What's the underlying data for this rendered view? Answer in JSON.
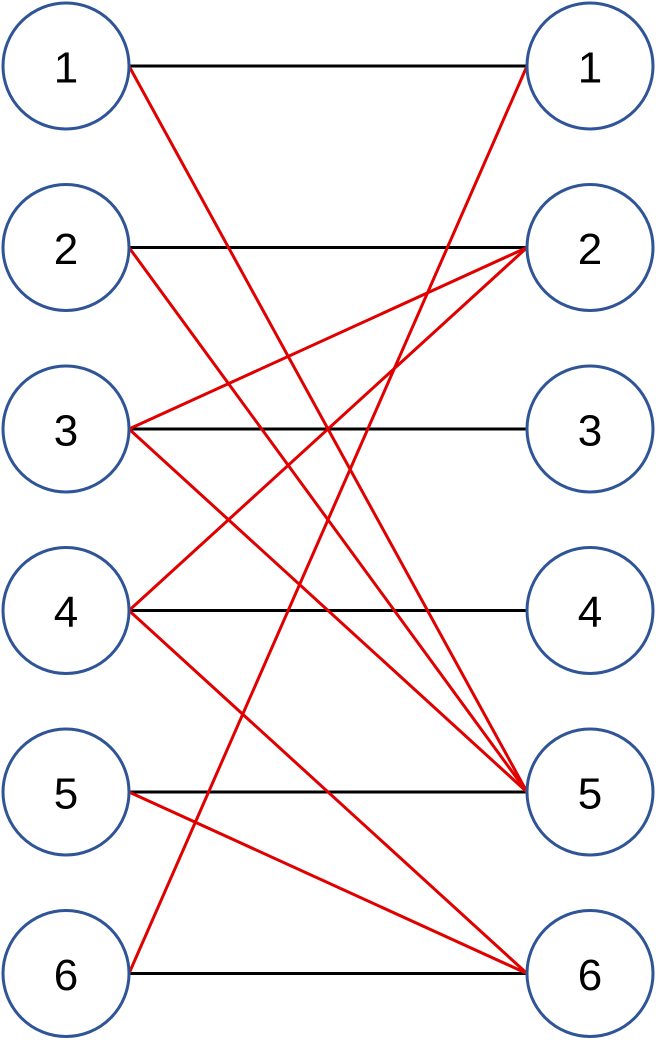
{
  "colors": {
    "node_stroke": "#2f5597",
    "matched_edge": "#000000",
    "other_edge": "#e00000"
  },
  "left_nodes": [
    "1",
    "2",
    "3",
    "4",
    "5",
    "6"
  ],
  "right_nodes": [
    "1",
    "2",
    "3",
    "4",
    "5",
    "6"
  ],
  "edges": [
    {
      "from": "1",
      "to": "1",
      "color": "black"
    },
    {
      "from": "2",
      "to": "2",
      "color": "black"
    },
    {
      "from": "3",
      "to": "3",
      "color": "black"
    },
    {
      "from": "4",
      "to": "4",
      "color": "black"
    },
    {
      "from": "5",
      "to": "5",
      "color": "black"
    },
    {
      "from": "6",
      "to": "6",
      "color": "black"
    },
    {
      "from": "1",
      "to": "5",
      "color": "red"
    },
    {
      "from": "2",
      "to": "5",
      "color": "red"
    },
    {
      "from": "3",
      "to": "2",
      "color": "red"
    },
    {
      "from": "3",
      "to": "5",
      "color": "red"
    },
    {
      "from": "4",
      "to": "2",
      "color": "red"
    },
    {
      "from": "4",
      "to": "6",
      "color": "red"
    },
    {
      "from": "5",
      "to": "6",
      "color": "red"
    },
    {
      "from": "6",
      "to": "1",
      "color": "red"
    }
  ]
}
